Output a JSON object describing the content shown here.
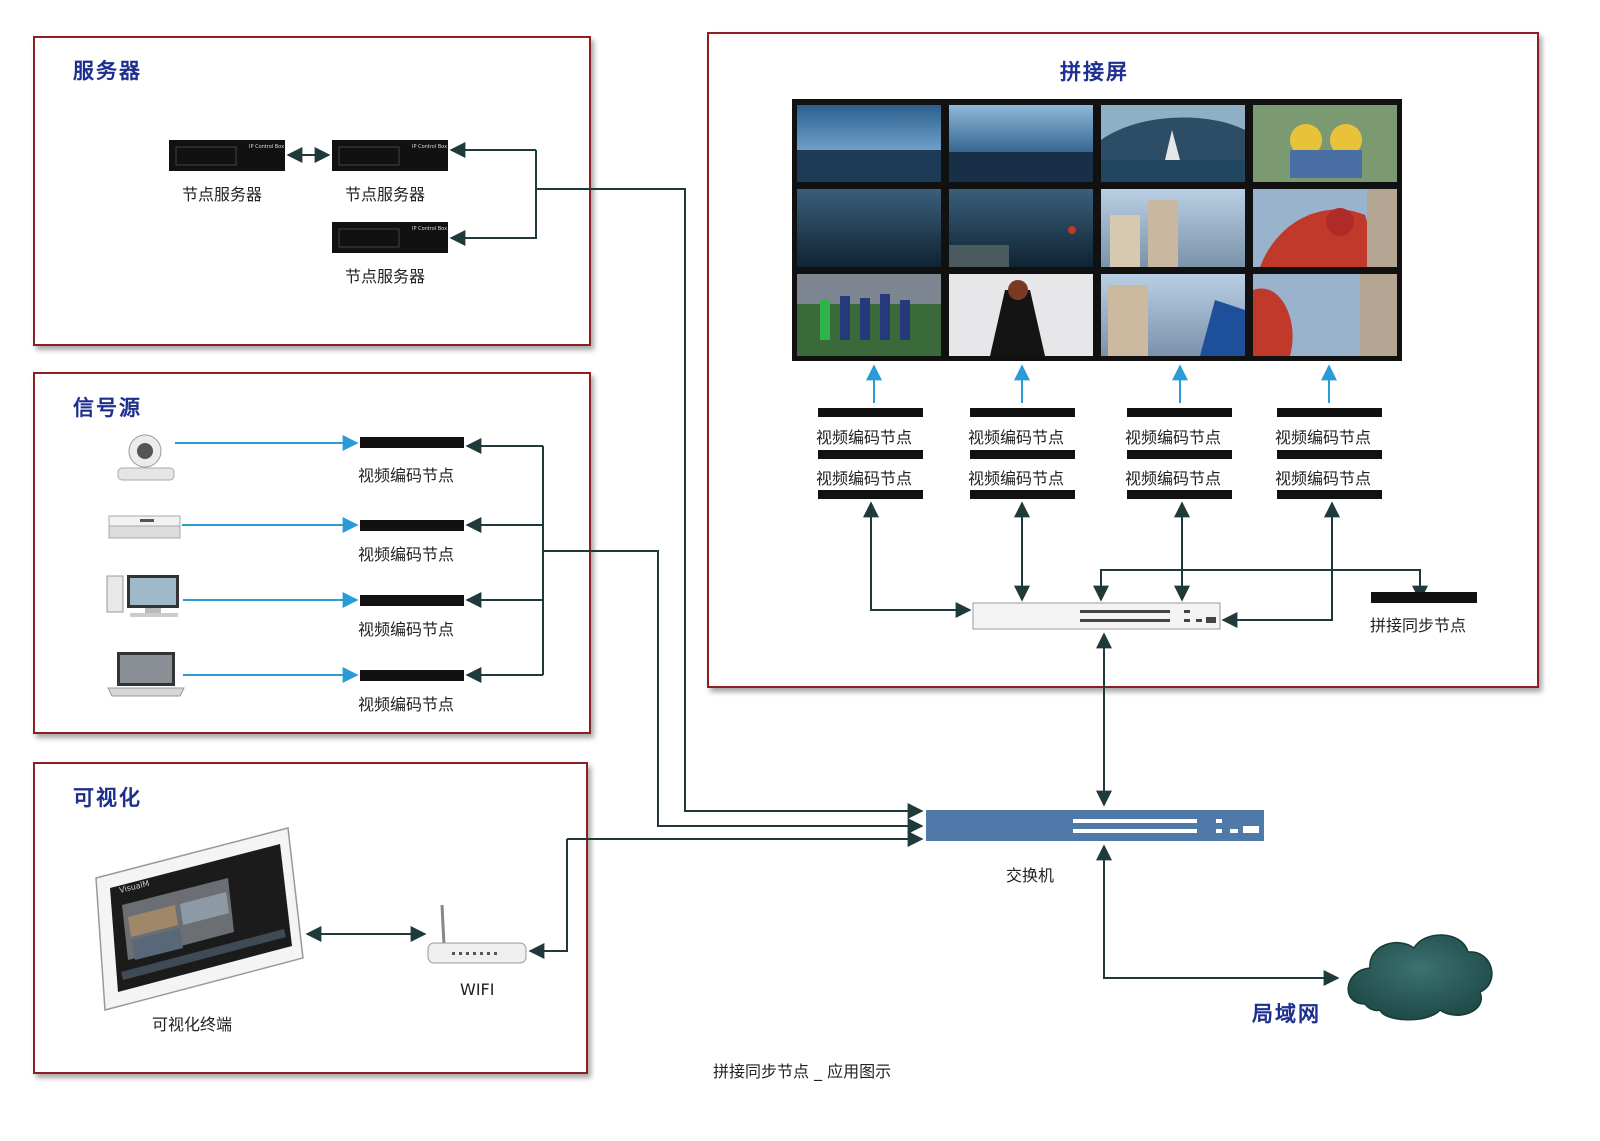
{
  "server_panel": {
    "title": "服务器",
    "node_labels": [
      "节点服务器",
      "节点服务器",
      "节点服务器"
    ],
    "device_text": "IP Control Box"
  },
  "source_panel": {
    "title": "信号源",
    "encoder_label": "视频编码节点",
    "sources": [
      "camera-icon",
      "set-top-box-icon",
      "desktop-pc-icon",
      "laptop-icon"
    ]
  },
  "viz_panel": {
    "title": "可视化",
    "tablet_label": "可视化终端",
    "wifi_label": "WIFI",
    "tablet_brand": "VisualM"
  },
  "wall_panel": {
    "title": "拼接屏",
    "encoder_label": "视频编码节点",
    "sync_label": "拼接同步节点",
    "screens": 12
  },
  "switch_label": "交换机",
  "lan_label": "局域网",
  "caption": "拼接同步节点 _ 应用图示",
  "colors": {
    "panel_border": "#8a1f24",
    "title": "#1d2f8f",
    "arrow_dark": "#1f3a3a",
    "arrow_blue": "#2a9bd6",
    "switch": "#4f79a8",
    "cloud": "#2d5e5c"
  }
}
